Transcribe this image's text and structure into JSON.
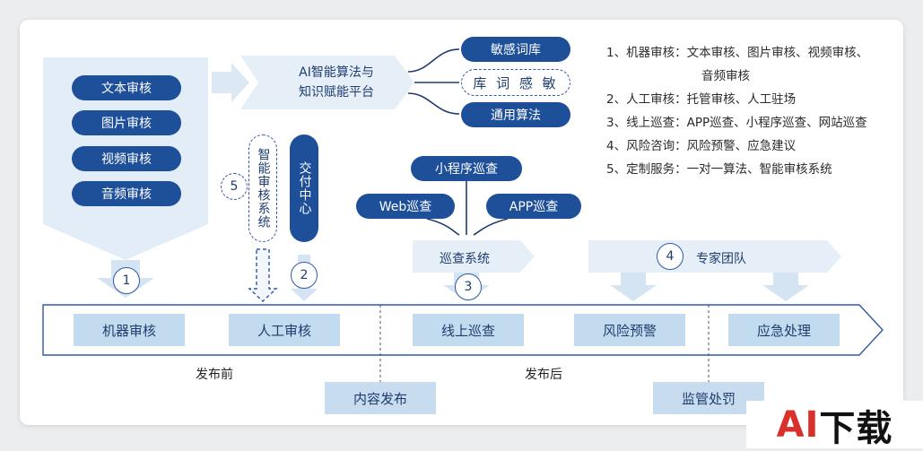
{
  "input_types": [
    "文本审核",
    "图片审核",
    "视频审核",
    "音频审核"
  ],
  "ai_platform": {
    "line1": "AI智能算法与",
    "line2": "知识赋能平台"
  },
  "platform_outputs": {
    "sensitive_lexicon": "敏感词库",
    "lexicon_sensitive": "库 词 感 敏",
    "general_algorithm": "通用算法"
  },
  "vertical_nodes": {
    "smart_system": "智能审核系统",
    "delivery_center": "交付中心"
  },
  "patrol": {
    "mini_program": "小程序巡查",
    "web": "Web巡查",
    "app": "APP巡查",
    "system": "巡查系统"
  },
  "expert_team": "专家团队",
  "steps": [
    "1",
    "2",
    "3",
    "4",
    "5"
  ],
  "stages": [
    "机器审核",
    "人工审核",
    "线上巡查",
    "风险预警",
    "应急处理"
  ],
  "phase_labels": {
    "before": "发布前",
    "after": "发布后"
  },
  "bottom_boxes": {
    "content_publish": "内容发布",
    "supervision": "监管处罚"
  },
  "legend": [
    "1、机器审核：文本审核、图片审核、视频审核、",
    "音频审核",
    "2、人工审核：托管审核、人工驻场",
    "3、线上巡查：APP巡查、小程序巡查、网站巡查",
    "4、风险咨询：风险预警、应急建议",
    "5、定制服务：一对一算法、智能审核系统"
  ],
  "watermark": {
    "part1": "AI",
    "part2": "下载"
  },
  "colors": {
    "dark_blue": "#1e4f99",
    "light_blue": "#c3dbef",
    "pale_blue": "#e6eff7",
    "watermark_red": "#d9302c"
  }
}
